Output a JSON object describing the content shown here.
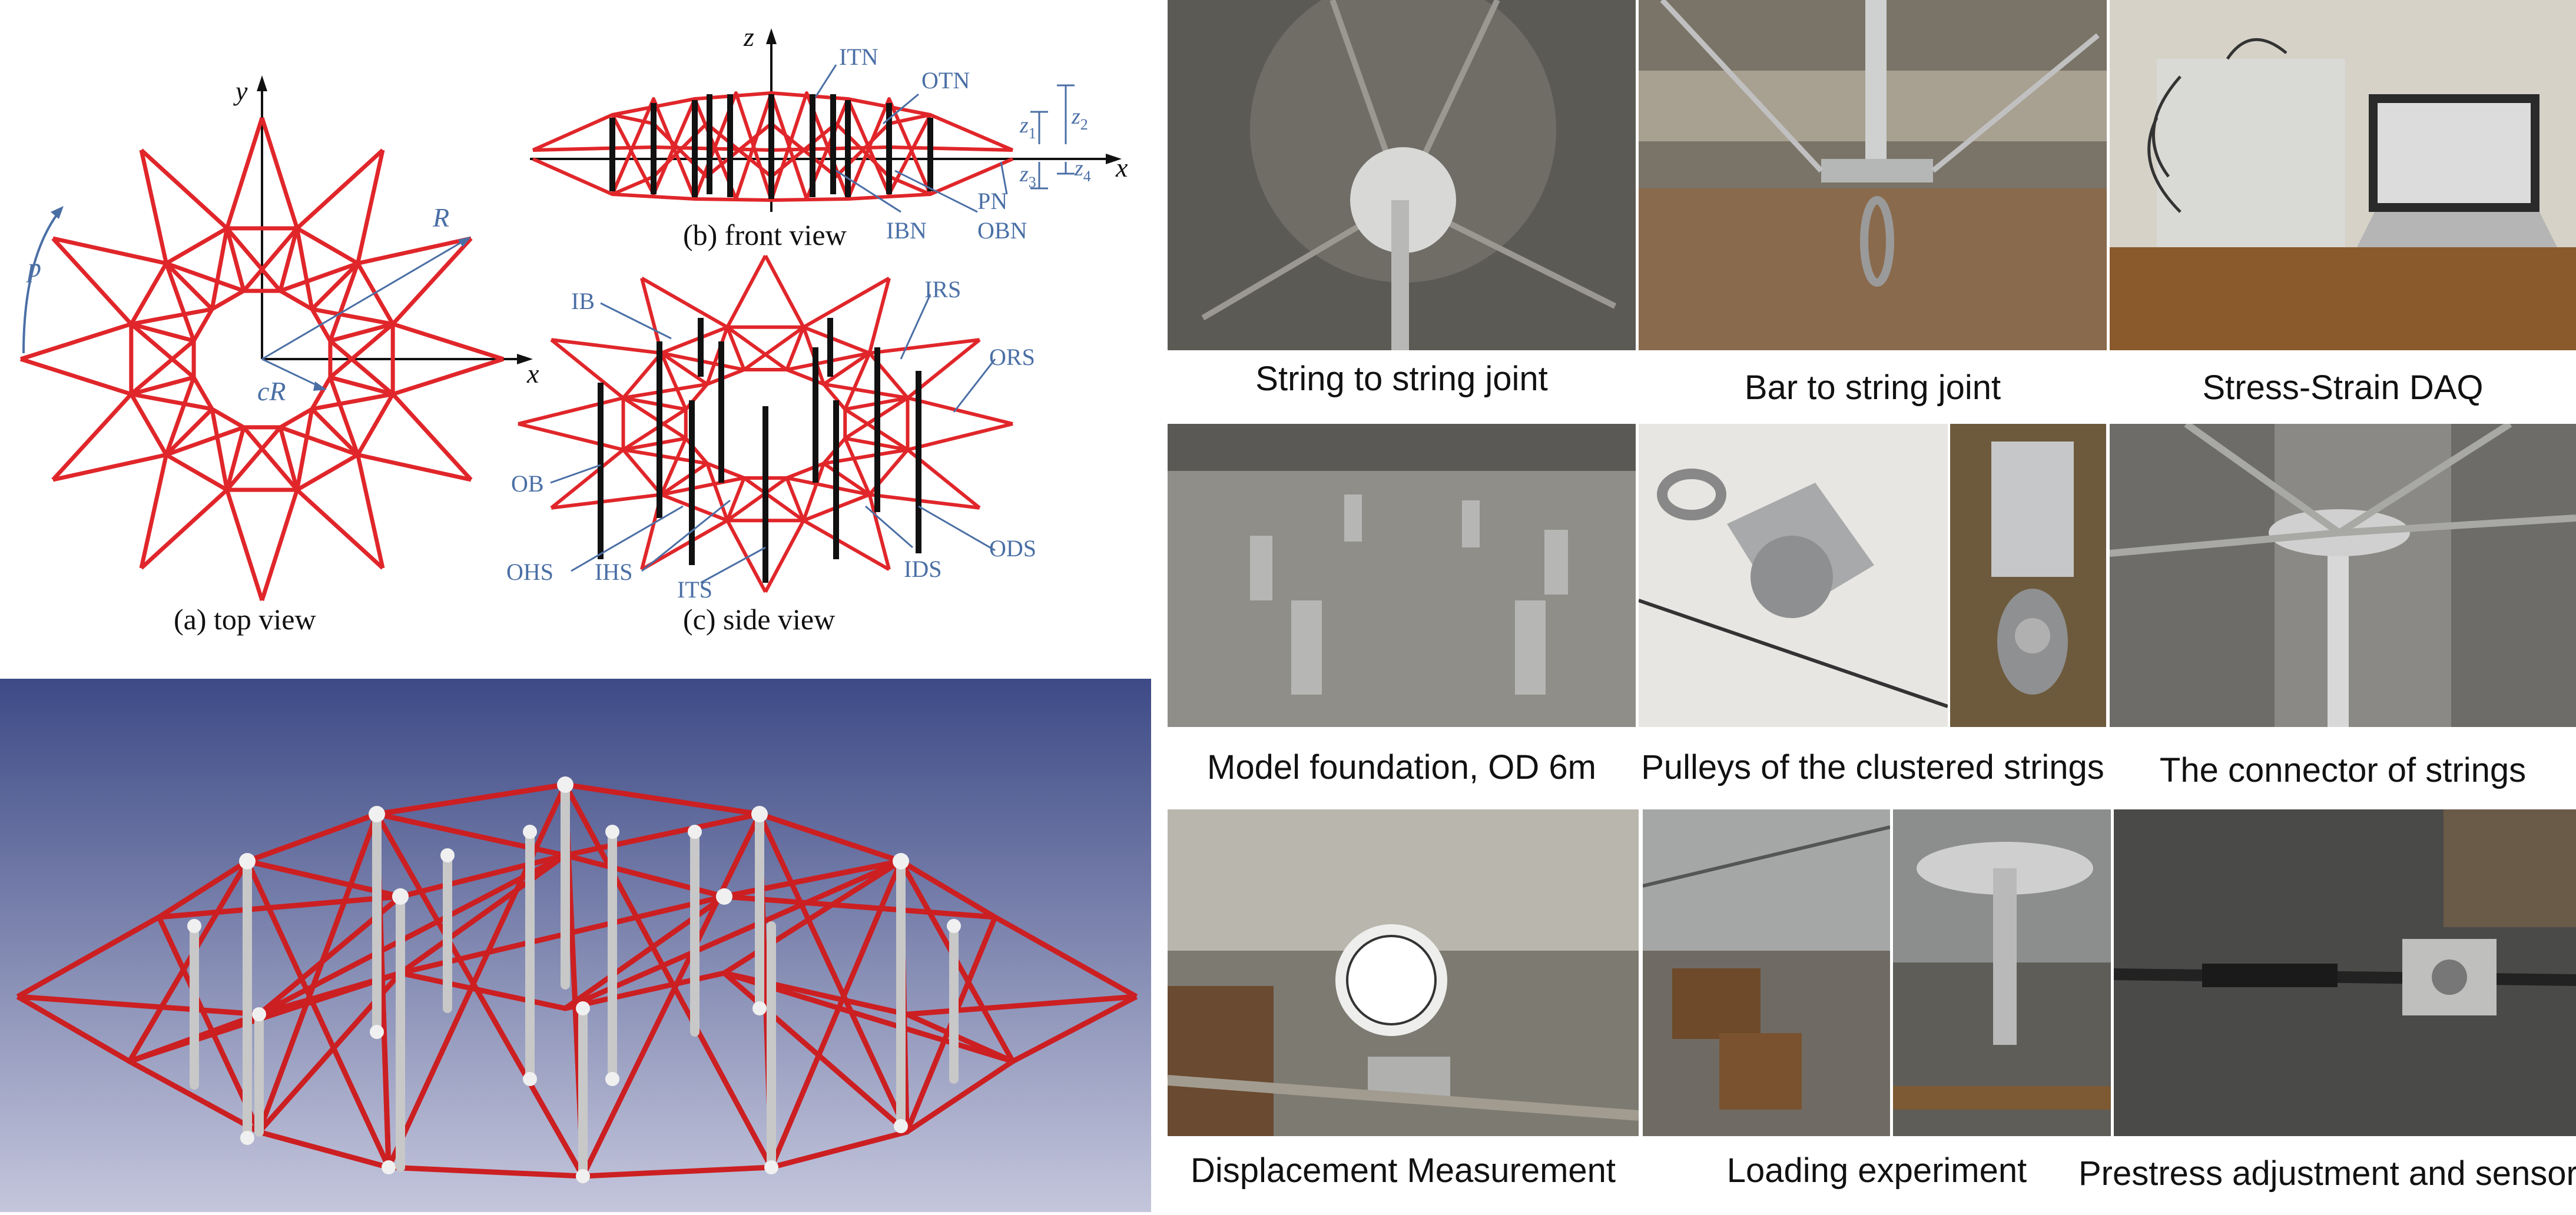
{
  "diagram": {
    "top_view_caption": "(a) top view",
    "front_view_caption": "(b) front view",
    "side_view_caption": "(c) side view",
    "axis": {
      "x": "x",
      "y": "y",
      "z": "z",
      "p": "p",
      "R": "R",
      "cR": "cR"
    },
    "front_labels": {
      "itn": "ITN",
      "otn": "OTN",
      "ibn": "IBN",
      "obn": "OBN",
      "pn": "PN"
    },
    "front_dims": {
      "z1": "z",
      "z1_sub": "1",
      "z2": "z",
      "z2_sub": "2",
      "z3": "z",
      "z3_sub": "3",
      "z4": "z",
      "z4_sub": "4"
    },
    "side_labels": {
      "ib": "IB",
      "irs": "IRS",
      "ors": "ORS",
      "ob": "OB",
      "ohs": "OHS",
      "ihs": "IHS",
      "its": "ITS",
      "ids": "IDS",
      "ods": "ODS"
    }
  },
  "photos": [
    {
      "caption": "String to string joint"
    },
    {
      "caption": "Bar to string joint"
    },
    {
      "caption": "Stress-Strain DAQ"
    },
    {
      "caption": "Model foundation, OD 6m"
    },
    {
      "caption": "Pulleys of the clustered strings"
    },
    {
      "caption": "The connector of strings"
    },
    {
      "caption": "Displacement Measurement"
    },
    {
      "caption": "Loading experiment"
    },
    {
      "caption": "Prestress adjustment and sensor"
    }
  ],
  "colors": {
    "member_red": "#e0262a",
    "bar_black": "#111111",
    "label_blue": "#4a6fa5",
    "render_top": "#3d4a86",
    "render_bottom": "#c4c6dc"
  }
}
